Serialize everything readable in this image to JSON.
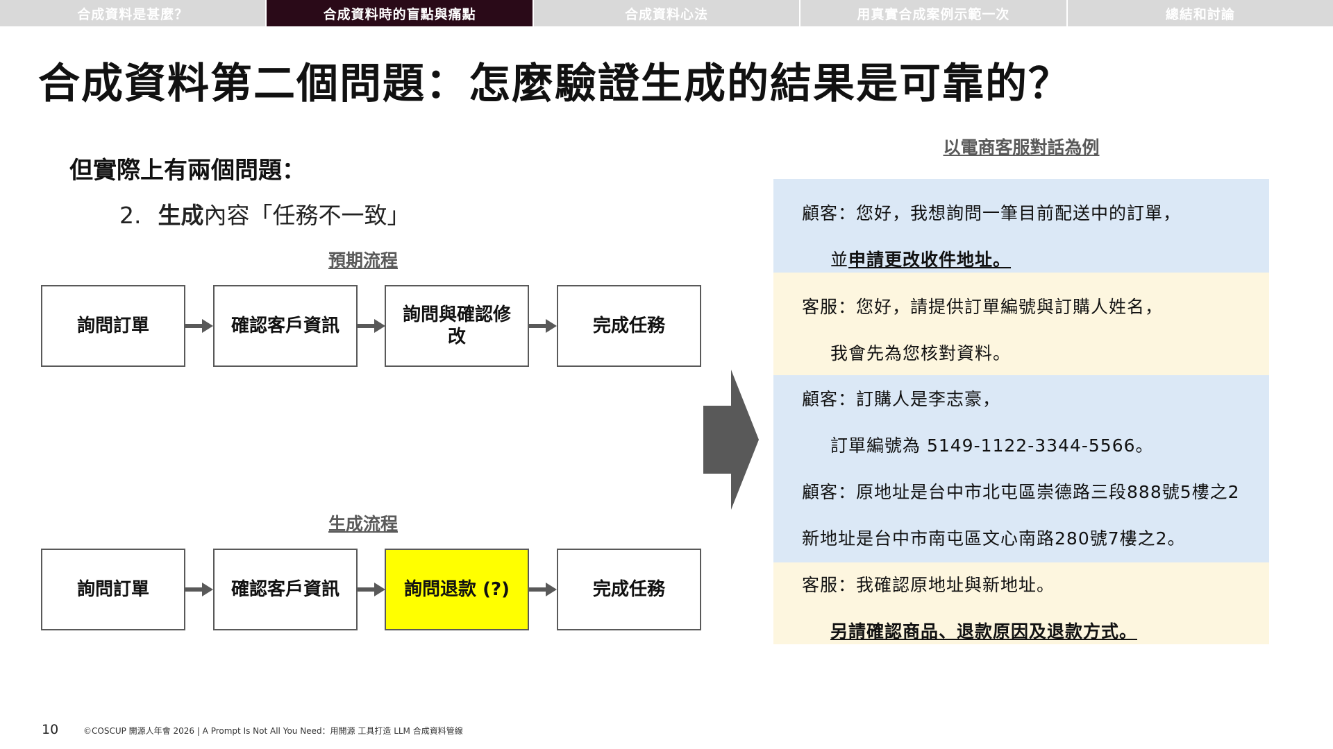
{
  "nav": {
    "tabs": [
      {
        "label": "合成資料是甚麼？",
        "active": false
      },
      {
        "label": "合成資料時的盲點與痛點",
        "active": true
      },
      {
        "label": "合成資料心法",
        "active": false
      },
      {
        "label": "用真實合成案例示範一次",
        "active": false
      },
      {
        "label": "總結和討論",
        "active": false
      }
    ]
  },
  "title": "合成資料第二個問題：怎麼驗證生成的結果是可靠的？",
  "left": {
    "subhead": "但實際上有兩個問題：",
    "list_num": "2.",
    "list_strong": "生成",
    "list_rest": "內容「任務不一致」",
    "expected_label": "預期流程",
    "expected_steps": [
      "詢問訂單",
      "確認客戶資訊",
      "詢問與確認修改",
      "完成任務"
    ],
    "generated_label": "生成流程",
    "generated_steps": [
      "詢問訂單",
      "確認客戶資訊",
      "詢問退款 (?)",
      "完成任務"
    ]
  },
  "right": {
    "example_title": "以電商客服對話為例",
    "lines": {
      "l1": "顧客：您好，我想詢問一筆目前配送中的訂單，",
      "l2_pre": "並",
      "l2_u": "申請更改收件地址。",
      "l3": "客服：您好，請提供訂單編號與訂購人姓名，",
      "l4": "我會先為您核對資料。",
      "l5": "顧客：訂購人是李志豪，",
      "l6": "訂單編號為 5149-1122-3344-5566。",
      "l7": "顧客：原地址是台中市北屯區崇德路三段888號5樓之2",
      "l8": "新地址是台中市南屯區文心南路280號7樓之2。",
      "l9": "客服：我確認原地址與新地址。",
      "l10": "另請確認商品、退款原因及退款方式。"
    }
  },
  "colors": {
    "nav_active": "#2a0a18",
    "nav_inactive": "#d9d9d9",
    "customer_bg": "#dbe8f6",
    "agent_bg": "#fdf6df",
    "highlight": "#ffff00",
    "arrow": "#595959"
  },
  "footer": {
    "page_num": "10",
    "text": "©COSCUP 開源人年會 2026 | A Prompt Is Not All You Need：用開源 工具打造 LLM 合成資料管線"
  }
}
